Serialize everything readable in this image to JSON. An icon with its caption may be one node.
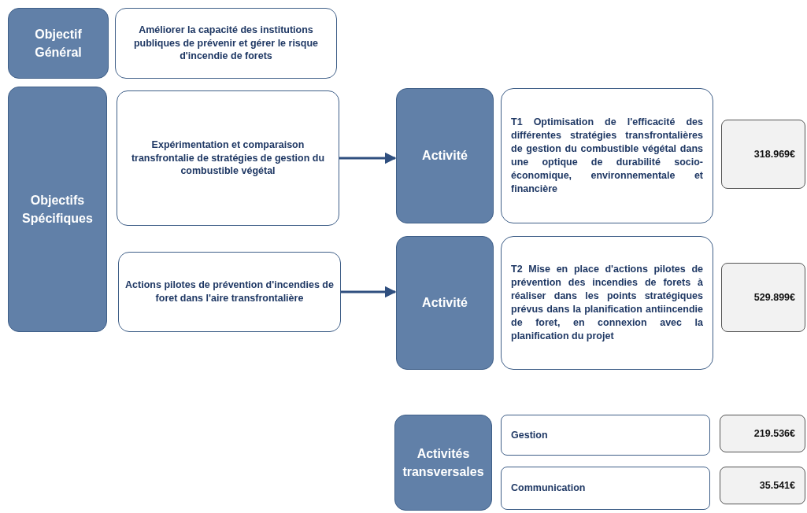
{
  "diagram": {
    "nodes": [
      {
        "text": [
          "Objectif Général"
        ]
      },
      {
        "text": [
          "Améliorer la capacité des institutions publiques de prévenir et gérer le risque d'incendie de forets"
        ]
      },
      {
        "text": [
          "Objectifs Spécifiques"
        ]
      },
      {
        "text": [
          "Expérimentation et comparaison transfrontalie de stratégies de gestion du combustible végétal"
        ]
      },
      {
        "text": [
          "Activité"
        ]
      },
      {
        "text": [
          "T1 Optimisation de l'efficacité des différentes stratégies transfrontalières de gestion du combustible végétal dans une optique de durabilité socio-économique, environnementale et financière"
        ]
      },
      {
        "text": [
          "318.969€"
        ]
      },
      {
        "text": [
          "Actions pilotes de prévention d'incendies de foret dans l'aire transfrontalière"
        ]
      },
      {
        "text": [
          "Activité"
        ]
      },
      {
        "text": [
          "T2 Mise en place d'actions pilotes de prévention des incendies de forets à réaliser dans les points stratégiques prévus dans la planification antiincendie de foret, en connexion avec la planification du projet"
        ]
      },
      {
        "text": [
          "529.899€"
        ]
      },
      {
        "text": [
          "Activités transversales"
        ]
      },
      {
        "text": [
          "Gestion"
        ]
      },
      {
        "text": [
          "219.536€"
        ]
      },
      {
        "text": [
          "Communication"
        ]
      },
      {
        "text": [
          "35.541€"
        ]
      }
    ],
    "edges": [
      {
        "from": 3,
        "to": 4,
        "arrow": "to"
      },
      {
        "from": 7,
        "to": 8,
        "arrow": "to"
      }
    ]
  }
}
